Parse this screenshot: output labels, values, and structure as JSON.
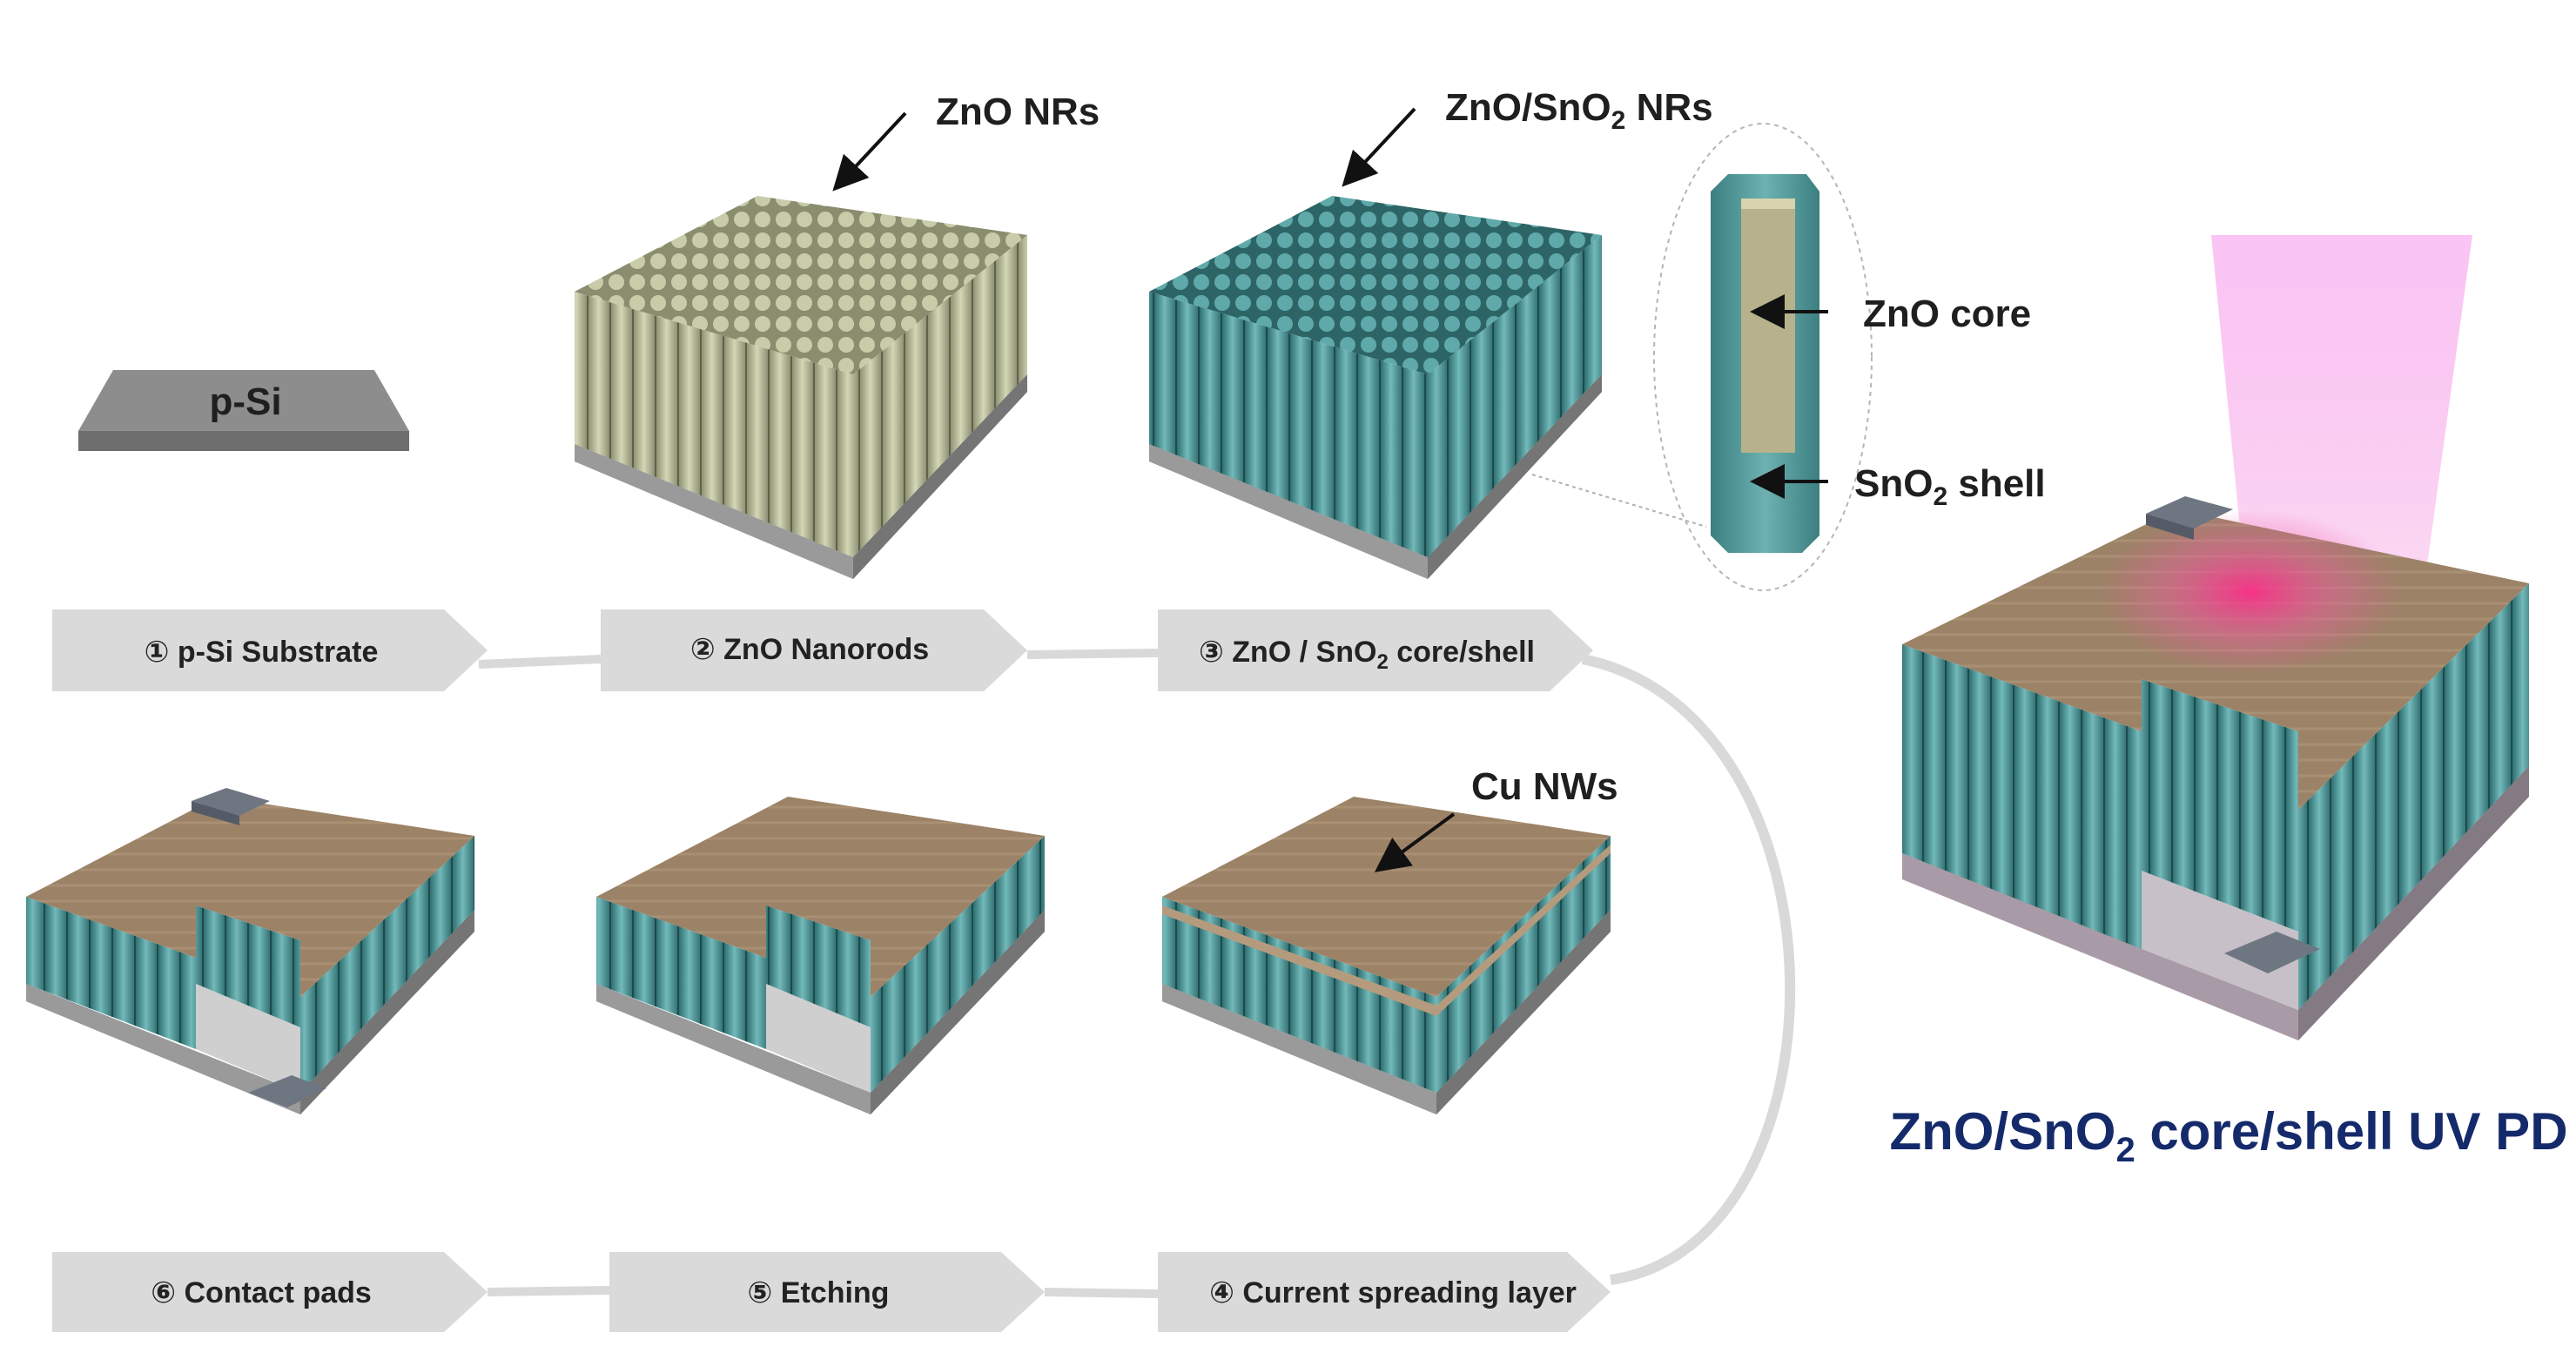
{
  "substrate_label": "p-Si",
  "callouts": {
    "zno_nrs": "ZnO NRs",
    "zno_sno2_nrs_pre": "ZnO/SnO",
    "zno_sno2_nrs_sub": "2",
    "zno_sno2_nrs_post": " NRs",
    "zno_core": "ZnO core",
    "sno2_shell_pre": "SnO",
    "sno2_shell_sub": "2",
    "sno2_shell_post": " shell",
    "cu_nws": "Cu NWs"
  },
  "steps": [
    {
      "num": "①",
      "label": "p-Si Substrate"
    },
    {
      "num": "②",
      "label": "ZnO Nanorods"
    },
    {
      "num": "③",
      "label_pre": "ZnO / SnO",
      "label_sub": "2",
      "label_post": " core/shell"
    },
    {
      "num": "④",
      "label": "Current spreading layer"
    },
    {
      "num": "⑤",
      "label": "Etching"
    },
    {
      "num": "⑥",
      "label": "Contact pads"
    }
  ],
  "final_title": {
    "pre": "ZnO/SnO",
    "sub": "2",
    "post": " core/shell UV PD"
  },
  "colors": {
    "zno_rod": "#b9bd9a",
    "shell_rod": "#4e9a9b",
    "cu_layer": "#9c8266",
    "substrate": "#8e8e8e",
    "contact_pad": "#6e7682",
    "arrow_box": "#dadada",
    "uv_light": "#ee66dd",
    "title_color": "#142a6a"
  }
}
